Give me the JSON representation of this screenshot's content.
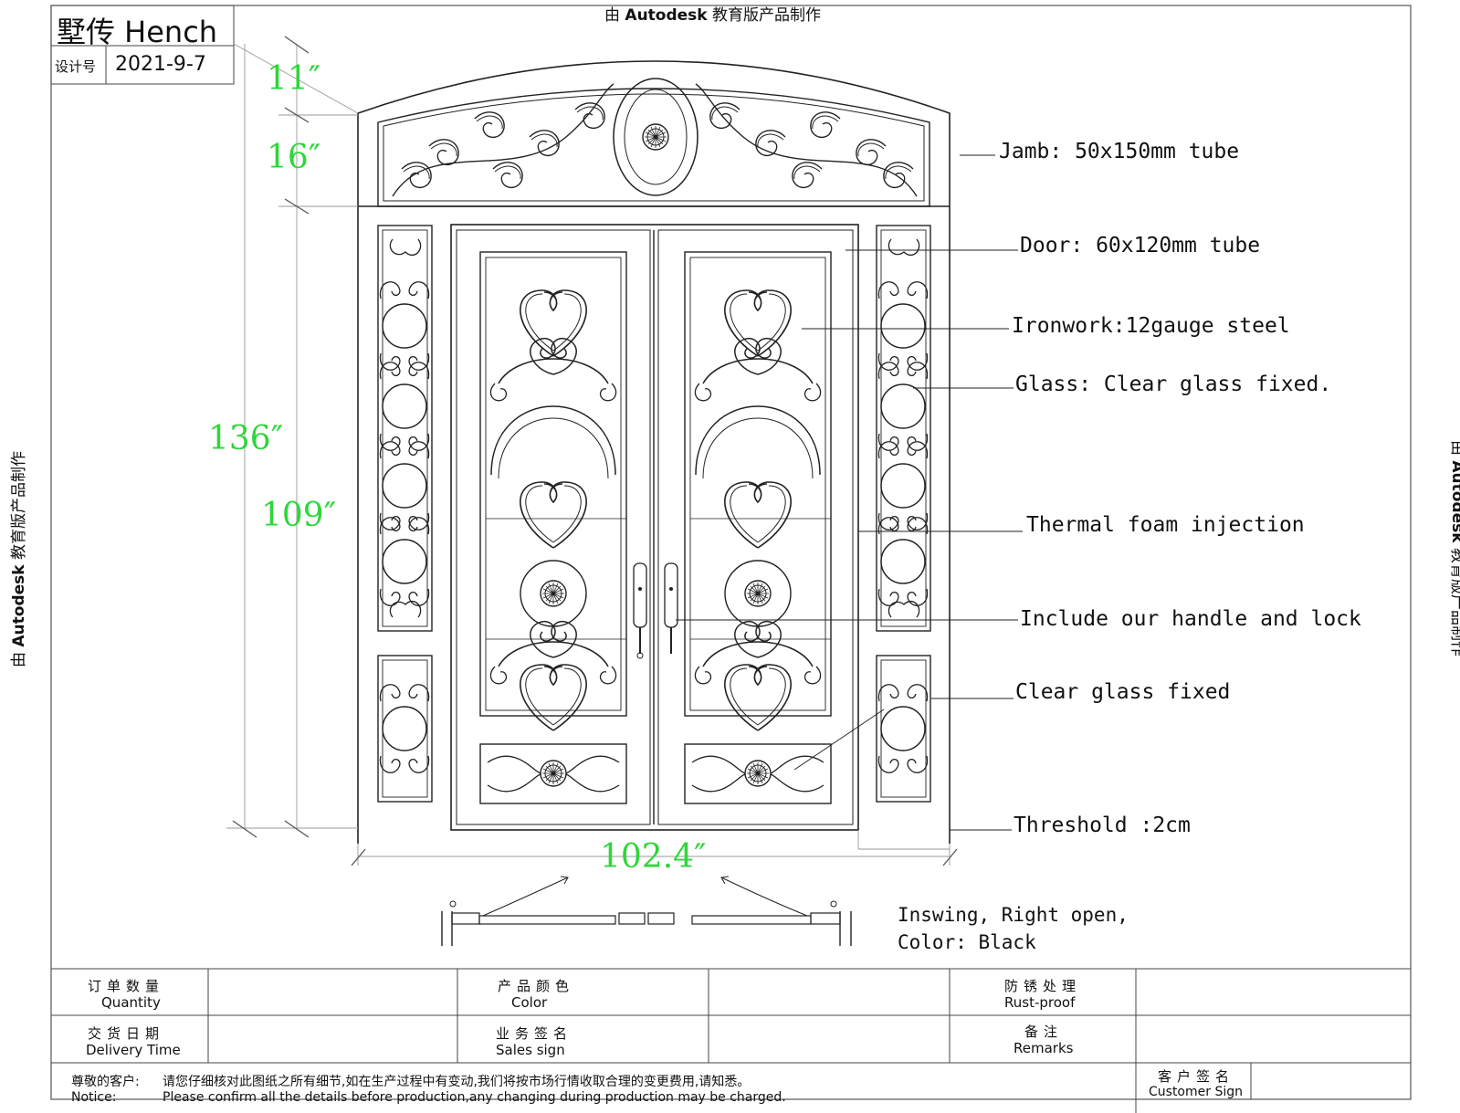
{
  "header": {
    "brand": "墅传 Hench",
    "design_no_label": "设计号",
    "design_no": "2021-9-7"
  },
  "watermark": {
    "prefix": "由",
    "brand": "Autodesk",
    "suffix": "教育版产品制作"
  },
  "dimensions": {
    "top_arch": "11″",
    "transom": "16″",
    "total_height": "136″",
    "door_height": "109″",
    "total_width": "102.4″"
  },
  "callouts": [
    "Jamb: 50x150mm tube",
    "Door: 60x120mm tube",
    "Ironwork:12gauge steel",
    "Glass: Clear glass fixed.",
    "Thermal foam injection",
    "Include our handle and lock",
    "Clear glass fixed",
    "Threshold :2cm"
  ],
  "notes": {
    "line1": "Inswing, Right open,",
    "line2": "Color: Black"
  },
  "table": {
    "quantity_cn": "订单数量",
    "quantity_en": "Quantity",
    "color_cn": "产品颜色",
    "color_en": "Color",
    "rust_cn": "防锈处理",
    "rust_en": "Rust-proof",
    "delivery_cn": "交货日期",
    "delivery_en": "Delivery Time",
    "sales_cn": "业务签名",
    "sales_en": "Sales sign",
    "remarks_cn": "备注",
    "remarks_en": "Remarks",
    "notice_cn_label": "尊敬的客户:",
    "notice_cn": "请您仔细核对此图纸之所有细节,如在生产过程中有变动,我们将按市场行情收取合理的变更费用,请知悉。",
    "notice_en_label": "Notice:",
    "notice_en": "Please confirm all the details before production,any changing during production may be charged.",
    "customer_cn": "客户签名",
    "customer_en": "Customer Sign"
  }
}
